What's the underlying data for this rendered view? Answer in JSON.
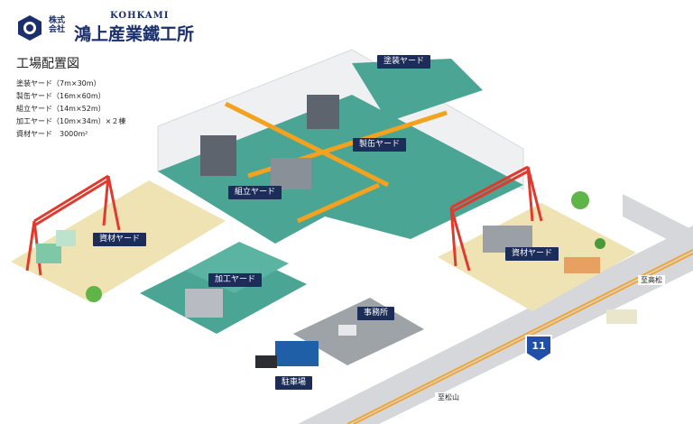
{
  "brand": {
    "corp_type": "株式会社",
    "roman_name": "KOHKAMI",
    "name": "鴻上産業鐵工所"
  },
  "page_title": "工場配置図",
  "specs": [
    "塗装ヤード（7m×30m）",
    "製缶ヤード（16m×60m）",
    "組立ヤード（14m×52m）",
    "加工ヤード（10m×34m）×２棟",
    "資材ヤード　3000m²"
  ],
  "areas": {
    "paint": "塗装ヤード",
    "fabrication": "製缶ヤード",
    "assembly": "組立ヤード",
    "material_left": "資材ヤード",
    "material_right": "資材ヤード",
    "processing": "加工ヤード",
    "office": "事務所",
    "parking": "駐車場"
  },
  "roads": {
    "to_takamatsu": "至高松",
    "to_matsuyama": "至松山",
    "route_number": "11"
  },
  "colors": {
    "brand": "#1a2f6b",
    "floor": "#4aa594",
    "crane": "#e03a2e",
    "pipe": "#f3a21f",
    "yard": "#efe3b4",
    "tag": "#1d2d5a",
    "route_sign": "#1f4fa8"
  }
}
